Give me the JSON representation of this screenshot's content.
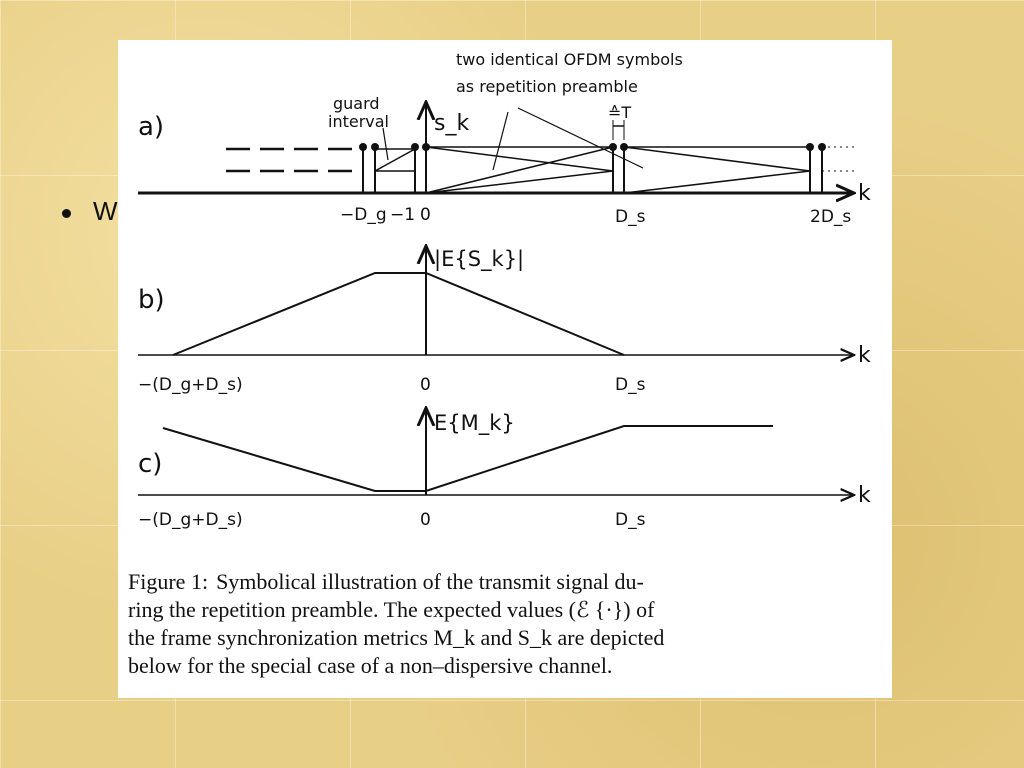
{
  "slide": {
    "bullet_text": "W"
  },
  "figure": {
    "panels": [
      {
        "label": "a)",
        "axis_label": "s_k",
        "x_label": "k"
      },
      {
        "label": "b)",
        "axis_label": "|E{S_k}|",
        "x_label": "k"
      },
      {
        "label": "c)",
        "axis_label": "E{M_k}",
        "x_label": "k"
      }
    ],
    "annotations": {
      "guard_line1": "guard",
      "guard_line2": "interval",
      "identical_line1": "two identical OFDM symbols",
      "identical_line2": "as repetition preamble",
      "hat_t": "≙T"
    },
    "ticks_a": [
      "−D_g",
      "−1",
      "0",
      "D_s",
      "2D_s"
    ],
    "ticks_b": [
      "−(D_g+D_s)",
      "0",
      "D_s"
    ],
    "ticks_c": [
      "−(D_g+D_s)",
      "0",
      "D_s"
    ],
    "caption": {
      "number": "Figure 1:",
      "line1": "Symbolical illustration of the transmit signal du-",
      "line2": "ring the repetition preamble. The expected values (ℰ {·}) of",
      "line3": "the frame synchronization metrics M_k and S_k are depicted",
      "line4": "below for the special case of a non–dispersive channel."
    }
  },
  "colors": {
    "background": "#e8cf86",
    "ink": "#111111",
    "paper": "#ffffff"
  }
}
